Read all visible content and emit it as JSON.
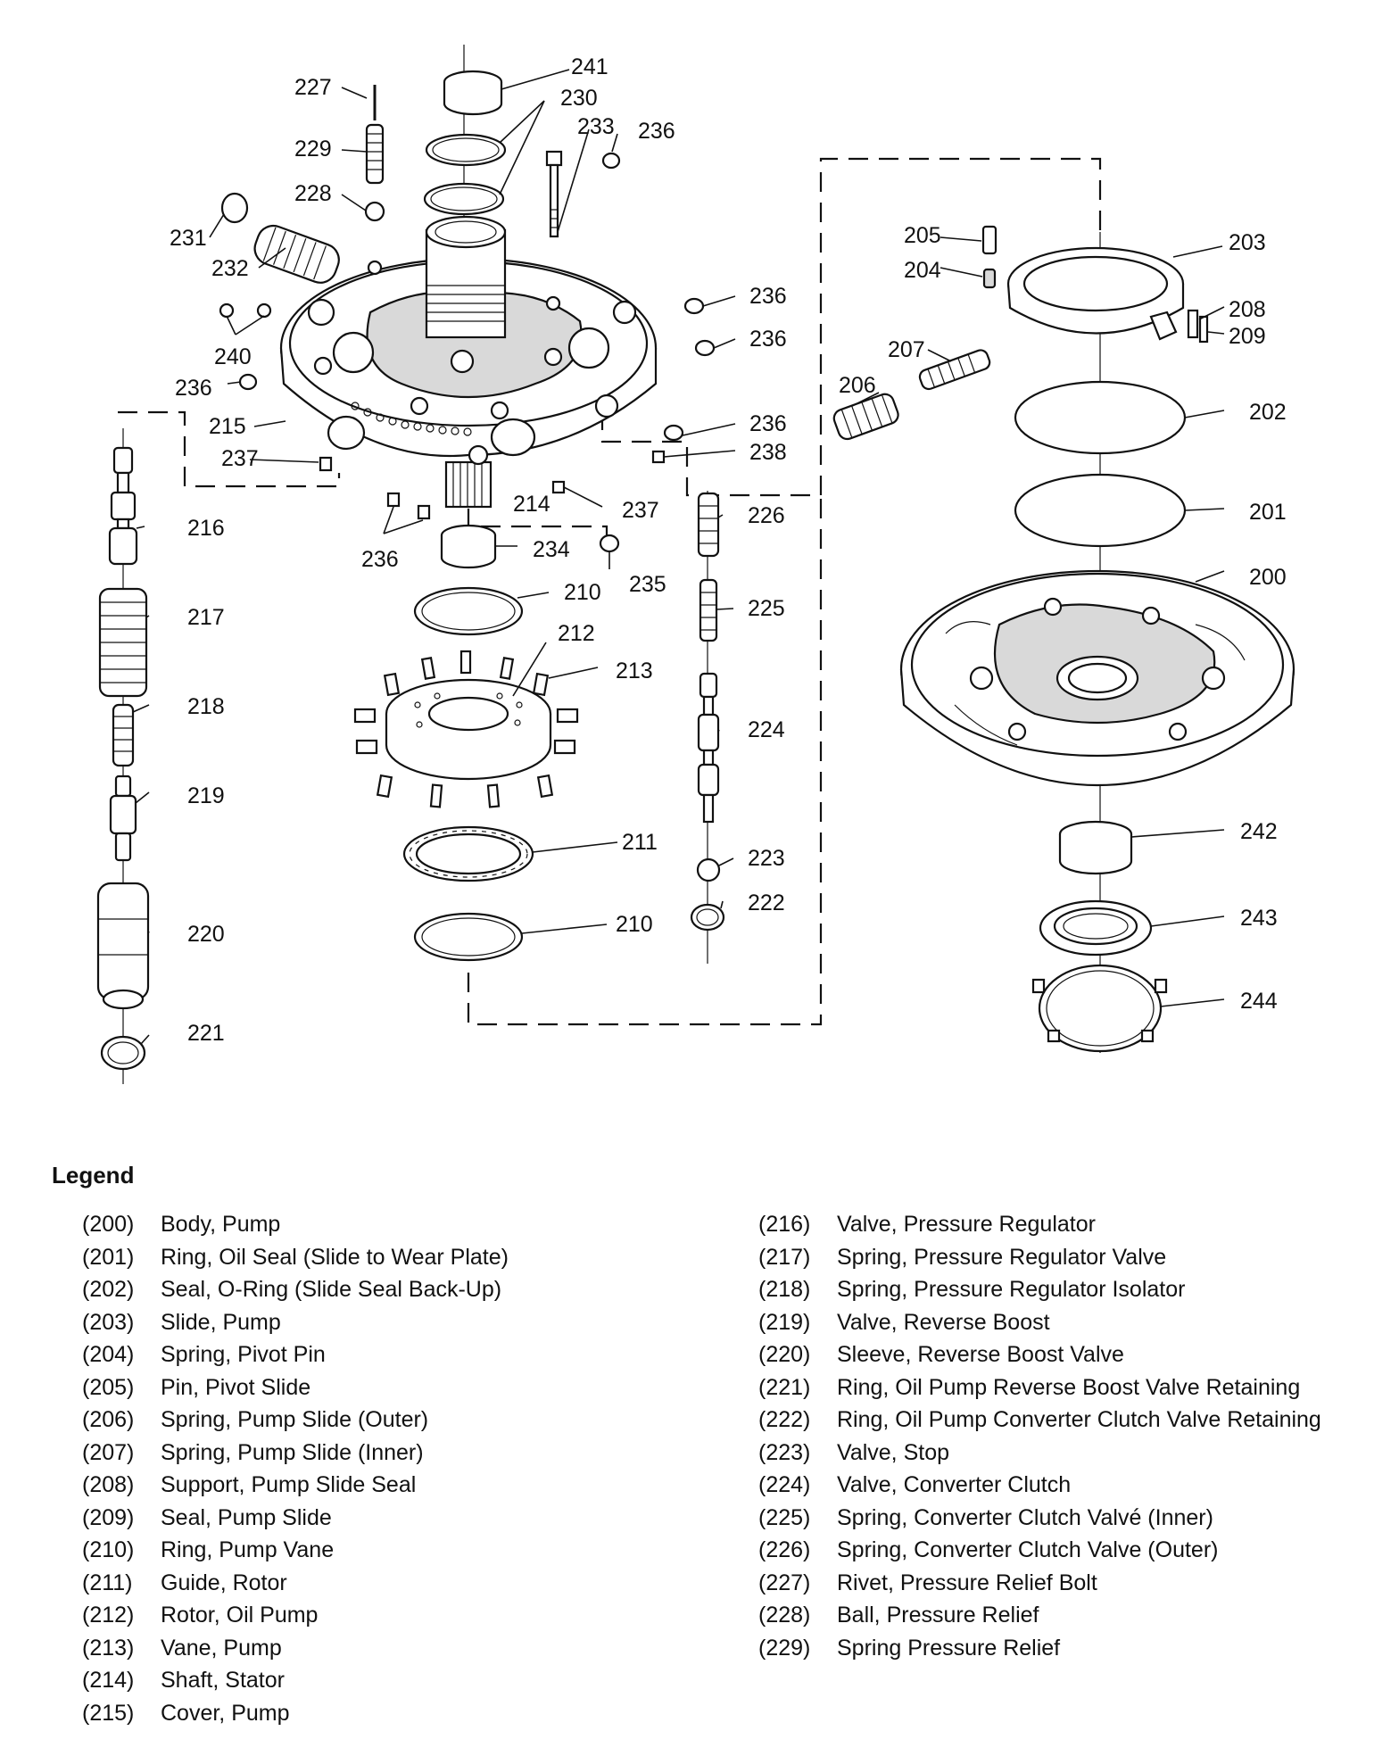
{
  "callouts": [
    {
      "id": "241",
      "label": "241"
    },
    {
      "id": "230",
      "label": "230"
    },
    {
      "id": "227",
      "label": "227"
    },
    {
      "id": "233",
      "label": "233"
    },
    {
      "id": "236a",
      "label": "236"
    },
    {
      "id": "229",
      "label": "229"
    },
    {
      "id": "228",
      "label": "228"
    },
    {
      "id": "231",
      "label": "231"
    },
    {
      "id": "232",
      "label": "232"
    },
    {
      "id": "240",
      "label": "240"
    },
    {
      "id": "236b",
      "label": "236"
    },
    {
      "id": "236c",
      "label": "236"
    },
    {
      "id": "236d",
      "label": "236"
    },
    {
      "id": "215",
      "label": "215"
    },
    {
      "id": "237a",
      "label": "237"
    },
    {
      "id": "236e",
      "label": "236"
    },
    {
      "id": "238",
      "label": "238"
    },
    {
      "id": "214",
      "label": "214"
    },
    {
      "id": "237b",
      "label": "237"
    },
    {
      "id": "236f",
      "label": "236"
    },
    {
      "id": "226",
      "label": "226"
    },
    {
      "id": "216",
      "label": "216"
    },
    {
      "id": "234",
      "label": "234"
    },
    {
      "id": "235",
      "label": "235"
    },
    {
      "id": "210a",
      "label": "210"
    },
    {
      "id": "225",
      "label": "225"
    },
    {
      "id": "217",
      "label": "217"
    },
    {
      "id": "212",
      "label": "212"
    },
    {
      "id": "213",
      "label": "213"
    },
    {
      "id": "218",
      "label": "218"
    },
    {
      "id": "224",
      "label": "224"
    },
    {
      "id": "219",
      "label": "219"
    },
    {
      "id": "211",
      "label": "211"
    },
    {
      "id": "223",
      "label": "223"
    },
    {
      "id": "222",
      "label": "222"
    },
    {
      "id": "210b",
      "label": "210"
    },
    {
      "id": "220",
      "label": "220"
    },
    {
      "id": "221",
      "label": "221"
    },
    {
      "id": "205",
      "label": "205"
    },
    {
      "id": "203",
      "label": "203"
    },
    {
      "id": "204",
      "label": "204"
    },
    {
      "id": "208",
      "label": "208"
    },
    {
      "id": "209",
      "label": "209"
    },
    {
      "id": "207",
      "label": "207"
    },
    {
      "id": "206",
      "label": "206"
    },
    {
      "id": "202",
      "label": "202"
    },
    {
      "id": "201",
      "label": "201"
    },
    {
      "id": "200",
      "label": "200"
    },
    {
      "id": "242",
      "label": "242"
    },
    {
      "id": "243",
      "label": "243"
    },
    {
      "id": "244",
      "label": "244"
    }
  ],
  "legend": {
    "title": "Legend",
    "left": [
      {
        "num": "(200)",
        "desc": "Body, Pump"
      },
      {
        "num": "(201)",
        "desc": "Ring, Oil Seal (Slide to Wear Plate)"
      },
      {
        "num": "(202)",
        "desc": "Seal, O-Ring (Slide Seal Back-Up)"
      },
      {
        "num": "(203)",
        "desc": "Slide, Pump"
      },
      {
        "num": "(204)",
        "desc": "Spring, Pivot Pin"
      },
      {
        "num": "(205)",
        "desc": "Pin, Pivot Slide"
      },
      {
        "num": "(206)",
        "desc": "Spring, Pump Slide (Outer)"
      },
      {
        "num": "(207)",
        "desc": "Spring, Pump Slide (Inner)"
      },
      {
        "num": "(208)",
        "desc": "Support, Pump Slide Seal"
      },
      {
        "num": "(209)",
        "desc": "Seal, Pump Slide"
      },
      {
        "num": "(210)",
        "desc": "Ring, Pump Vane"
      },
      {
        "num": "(211)",
        "desc": "Guide, Rotor"
      },
      {
        "num": "(212)",
        "desc": "Rotor, Oil Pump"
      },
      {
        "num": "(213)",
        "desc": "Vane, Pump"
      },
      {
        "num": "(214)",
        "desc": "Shaft, Stator"
      },
      {
        "num": "(215)",
        "desc": "Cover, Pump"
      }
    ],
    "right": [
      {
        "num": "(216)",
        "desc": "Valve, Pressure Regulator"
      },
      {
        "num": "(217)",
        "desc": "Spring, Pressure Regulator Valve"
      },
      {
        "num": "(218)",
        "desc": "Spring, Pressure Regulator Isolator"
      },
      {
        "num": "(219)",
        "desc": "Valve, Reverse Boost"
      },
      {
        "num": "(220)",
        "desc": "Sleeve, Reverse Boost Valve"
      },
      {
        "num": "(221)",
        "desc": "Ring, Oil Pump Reverse Boost Valve Retaining"
      },
      {
        "num": "(222)",
        "desc": "Ring, Oil Pump Converter Clutch Valve Retaining"
      },
      {
        "num": "(223)",
        "desc": "Valve, Stop"
      },
      {
        "num": "(224)",
        "desc": "Valve, Converter Clutch"
      },
      {
        "num": "(225)",
        "desc": "Spring, Converter Clutch Valvé (Inner)"
      },
      {
        "num": "(226)",
        "desc": "Spring, Converter Clutch Valve (Outer)"
      },
      {
        "num": "(227)",
        "desc": "Rivet, Pressure Relief Bolt"
      },
      {
        "num": "(228)",
        "desc": "Ball, Pressure Relief"
      },
      {
        "num": "(229)",
        "desc": "Spring Pressure Relief"
      }
    ]
  }
}
